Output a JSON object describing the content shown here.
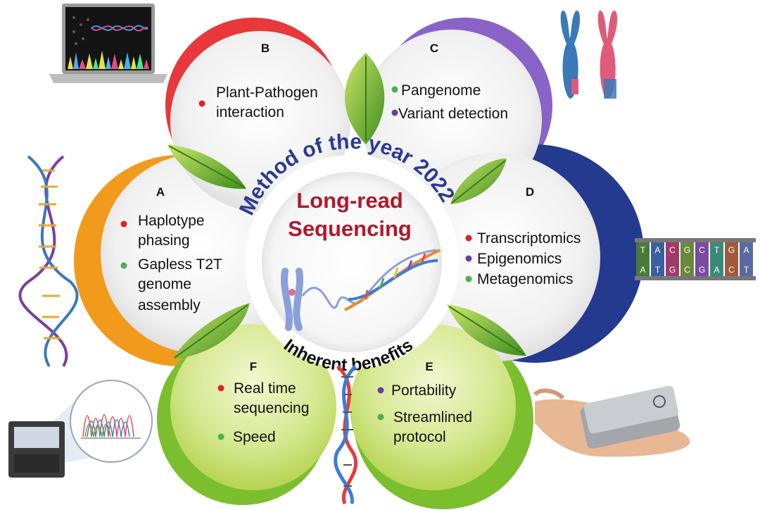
{
  "arc_text": {
    "top": "Method of the year 2022",
    "bottom": "Inherent benefits"
  },
  "center": {
    "line1": "Long-read",
    "line2": "Sequencing"
  },
  "panels": {
    "A": {
      "letter": "A",
      "items": [
        {
          "lines": [
            "Haplotype",
            "phasing"
          ],
          "bullet": "red"
        },
        {
          "lines": [
            "Gapless T2T",
            "genome",
            "assembly"
          ],
          "bullet": "green"
        }
      ]
    },
    "B": {
      "letter": "B",
      "items": [
        {
          "lines": [
            "Plant-Pathogen",
            "interaction"
          ],
          "bullet": "red"
        }
      ]
    },
    "C": {
      "letter": "C",
      "items": [
        {
          "lines": [
            "Pangenome"
          ],
          "bullet": "green"
        },
        {
          "lines": [
            "Variant detection"
          ],
          "bullet": "purple"
        }
      ]
    },
    "D": {
      "letter": "D",
      "items": [
        {
          "lines": [
            "Transcriptomics"
          ],
          "bullet": "red"
        },
        {
          "lines": [
            "Epigenomics"
          ],
          "bullet": "purple"
        },
        {
          "lines": [
            "Metagenomics"
          ],
          "bullet": "green"
        }
      ]
    },
    "E": {
      "letter": "E",
      "items": [
        {
          "lines": [
            "Portability"
          ],
          "bullet": "purple"
        },
        {
          "lines": [
            "Streamlined",
            "protocol"
          ],
          "bullet": "green"
        }
      ]
    },
    "F": {
      "letter": "F",
      "items": [
        {
          "lines": [
            "Real time",
            "sequencing"
          ],
          "bullet": "red"
        },
        {
          "lines": [
            "Speed"
          ],
          "bullet": "green"
        }
      ]
    }
  },
  "base_pairs": {
    "top": [
      "T",
      "A",
      "C",
      "G",
      "C",
      "T",
      "G",
      "A"
    ],
    "bottom": [
      "A",
      "T",
      "G",
      "C",
      "G",
      "A",
      "C",
      "T"
    ]
  },
  "colors": {
    "panel_A": "#f29a1c",
    "panel_B": "#e8383b",
    "panel_C": "#8a63c9",
    "panel_D": "#233a8f",
    "panel_EF": "#7bbf2e",
    "title_blue": "#2b3a93",
    "title_red": "#b0182c",
    "bullet_red": "#e02020",
    "bullet_green": "#4caf50",
    "bullet_purple": "#6a3fa0"
  },
  "icons": [
    "laptop-dna-icon",
    "chromosome-icon",
    "dna-helix-icon",
    "base-pair-strip-icon",
    "sequencer-machine-icon",
    "hand-device-icon",
    "leaf-icon"
  ]
}
